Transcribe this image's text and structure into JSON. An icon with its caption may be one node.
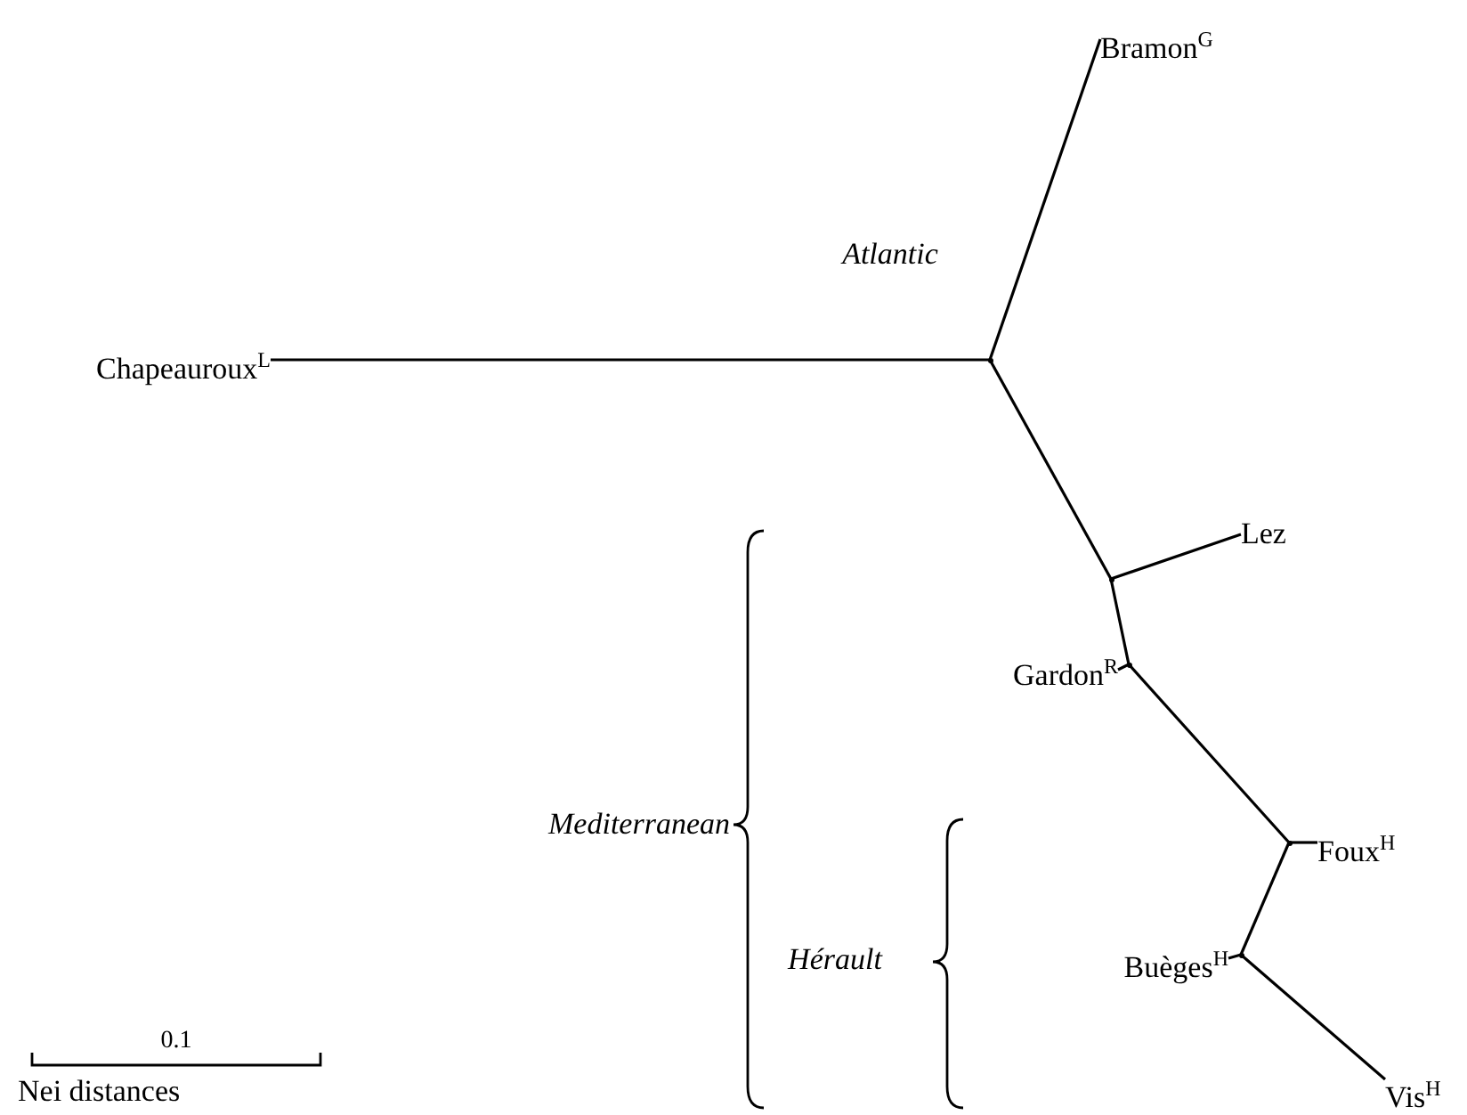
{
  "diagram": {
    "nodes": [
      {
        "text": [
          "Bramon$^{G}$"
        ]
      },
      {
        "text": [
          "Chapeauroux$^{L}$"
        ]
      },
      {
        "text": [],
        "shape": "point"
      },
      {
        "text": [
          "Lez"
        ]
      },
      {
        "text": [],
        "shape": "point"
      },
      {
        "text": [
          "Gardon$^{R}$"
        ]
      },
      {
        "text": [],
        "shape": "point"
      },
      {
        "text": [
          "Foux$^{H}$"
        ]
      },
      {
        "text": [],
        "shape": "point"
      },
      {
        "text": [
          "Buèges$^{H}$"
        ]
      },
      {
        "text": [],
        "shape": "point"
      },
      {
        "text": [
          "Vis$^{H}$"
        ]
      }
    ],
    "edges": [
      {
        "from": 0,
        "to": 2,
        "arrow": "none"
      },
      {
        "from": 1,
        "to": 2,
        "arrow": "none"
      },
      {
        "from": 2,
        "to": 4,
        "arrow": "none"
      },
      {
        "from": 4,
        "to": 3,
        "arrow": "none"
      },
      {
        "from": 4,
        "to": 6,
        "arrow": "none"
      },
      {
        "from": 5,
        "to": 6,
        "arrow": "none"
      },
      {
        "from": 6,
        "to": 8,
        "arrow": "none"
      },
      {
        "from": 8,
        "to": 7,
        "arrow": "none"
      },
      {
        "from": 8,
        "to": 10,
        "arrow": "none"
      },
      {
        "from": 9,
        "to": 10,
        "arrow": "none"
      },
      {
        "from": 10,
        "to": 11,
        "arrow": "none"
      }
    ],
    "labels": [
      "Atlantic",
      "Mediterranean",
      "Hérault",
      "0.1",
      "Nei distances"
    ]
  }
}
